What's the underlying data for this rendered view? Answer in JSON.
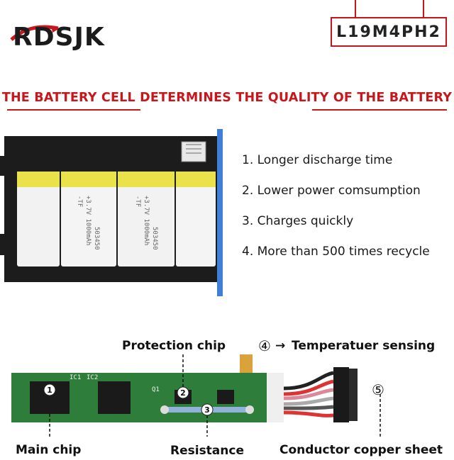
{
  "brand": {
    "logo_text": "RDSJK"
  },
  "model": {
    "code": "L19M4PH2"
  },
  "headline": "THE BATTERY CELL DETERMINES THE QUALITY OF THE BATTERY",
  "features": [
    "1. Longer discharge time",
    "2. Lower power comsumption",
    "3. Charges quickly",
    "4. More than 500 times recycle"
  ],
  "cell_print": {
    "brand": "-TF",
    "spec": "+3.7V 1000mAh",
    "model": "503450"
  },
  "board_labels": {
    "ic1": "IC1",
    "ic2": "IC2",
    "q1": "Q1"
  },
  "callouts": {
    "protection_chip": "Protection chip",
    "temperature_marker": "④",
    "temperature_arrow": "→",
    "temperature_label": "Temperatuer sensing",
    "connector_marker": "⑤",
    "main_chip": "Main chip",
    "resistance": "Resistance",
    "conductor": "Conductor copper sheet"
  },
  "markers": {
    "one": "1",
    "two": "2",
    "three": "3"
  },
  "colors": {
    "accent_red": "#c8161d",
    "cell_yellow": "#e9e24a",
    "pcb_green": "#2f7d3a",
    "edge_blue": "#3f7fd6"
  }
}
